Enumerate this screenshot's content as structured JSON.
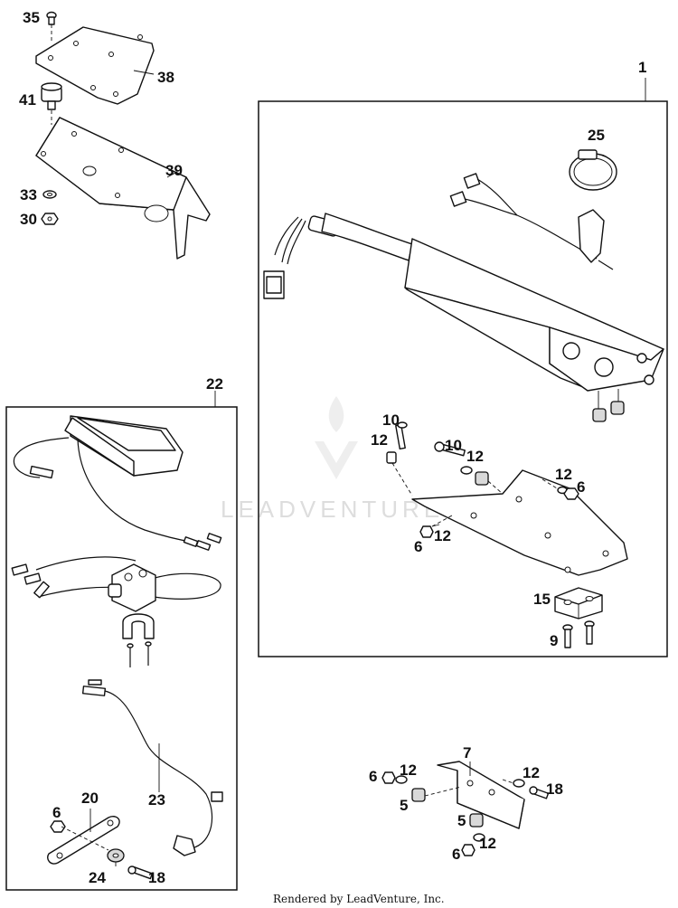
{
  "callouts": {
    "c1": "1",
    "c5a": "5",
    "c5b": "5",
    "c6a": "6",
    "c6b": "6",
    "c6c": "6",
    "c6d": "6",
    "c6e": "6",
    "c7": "7",
    "c9": "9",
    "c10a": "10",
    "c10b": "10",
    "c12a": "12",
    "c12b": "12",
    "c12c": "12",
    "c12d": "12",
    "c12e": "12",
    "c12f": "12",
    "c12g": "12",
    "c15": "15",
    "c18a": "18",
    "c18b": "18",
    "c20": "20",
    "c22": "22",
    "c23": "23",
    "c24": "24",
    "c25": "25",
    "c30": "30",
    "c33": "33",
    "c35": "35",
    "c38": "38",
    "c39": "39",
    "c41": "41"
  },
  "watermark": "LEADVENTURE",
  "footer": "Rendered by LeadVenture, Inc."
}
